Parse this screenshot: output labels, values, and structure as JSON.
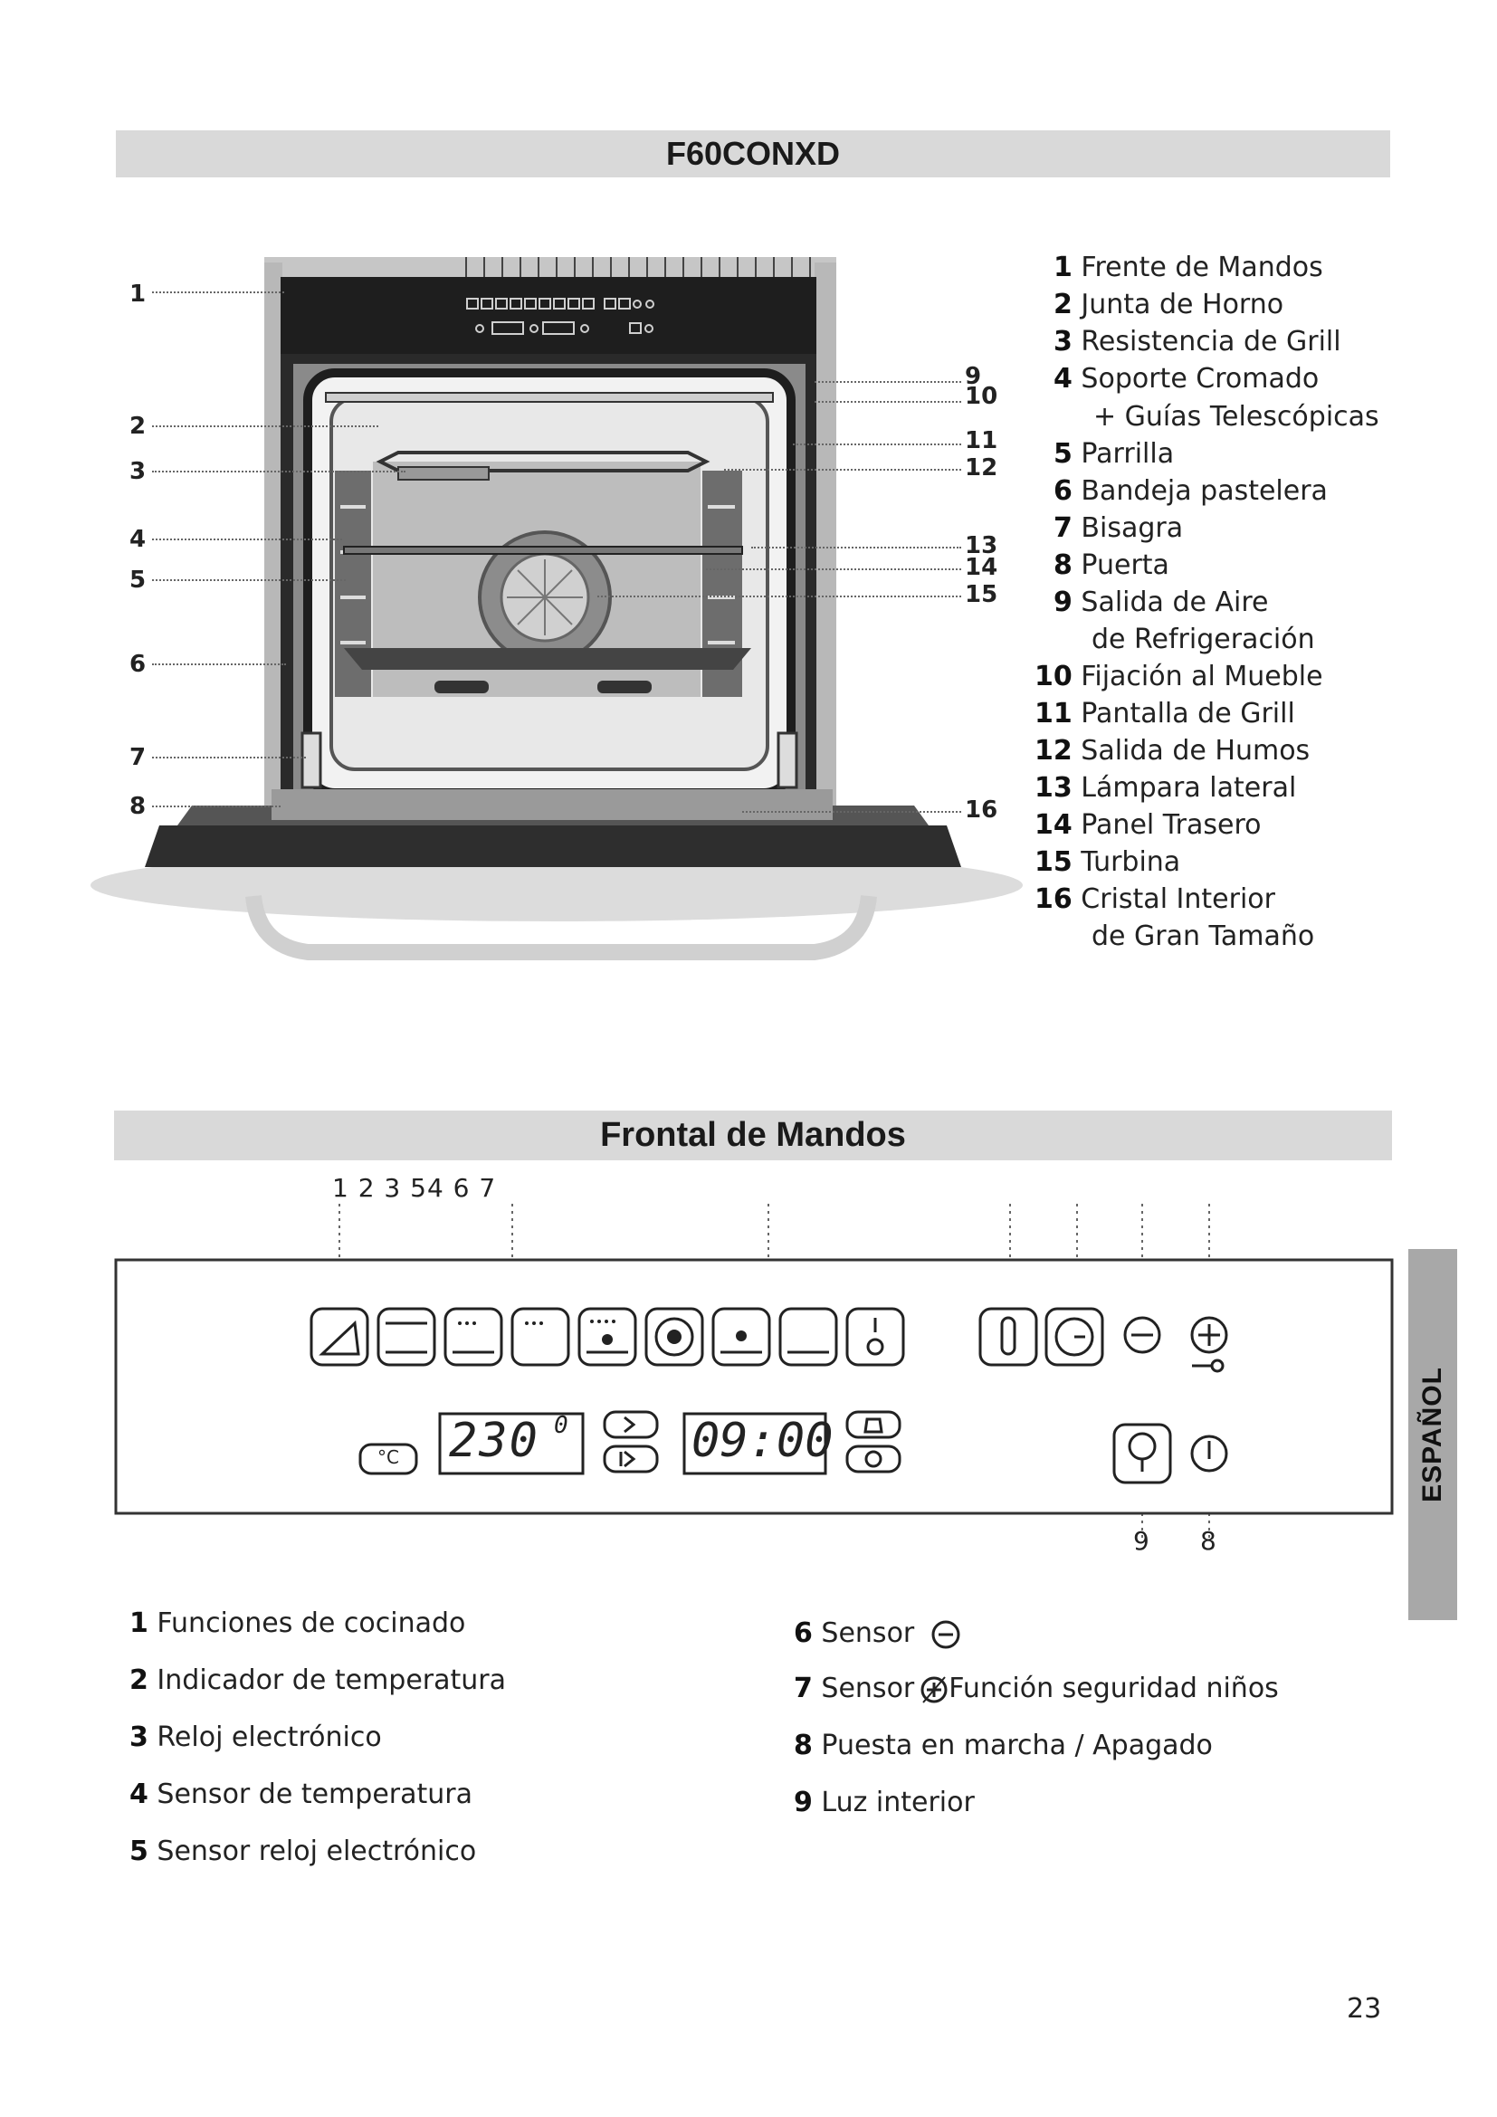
{
  "header": {
    "model": "F60CONXD"
  },
  "oven_callouts_left": [
    "1",
    "2",
    "3",
    "4",
    "5",
    "6",
    "7",
    "8"
  ],
  "oven_callouts_right": [
    "9",
    "10",
    "11",
    "12",
    "13",
    "14",
    "15",
    "16"
  ],
  "parts_legend": [
    {
      "num": "1",
      "label": "Frente de Mandos"
    },
    {
      "num": "2",
      "label": "Junta de Horno"
    },
    {
      "num": "3",
      "label": "Resistencia de Grill"
    },
    {
      "num": "4",
      "label": "Soporte Cromado",
      "line2": "+ Guías Telescópicas"
    },
    {
      "num": "5",
      "label": "Parrilla"
    },
    {
      "num": "6",
      "label": "Bandeja pastelera"
    },
    {
      "num": "7",
      "label": "Bisagra"
    },
    {
      "num": "8",
      "label": "Puerta"
    },
    {
      "num": "9",
      "label": "Salida de Aire",
      "line2": "de Refrigeración"
    },
    {
      "num": "10",
      "label": "Fijación al Mueble"
    },
    {
      "num": "11",
      "label": "Pantalla de Grill"
    },
    {
      "num": "12",
      "label": "Salida de Humos"
    },
    {
      "num": "13",
      "label": "Lámpara lateral"
    },
    {
      "num": "14",
      "label": "Panel Trasero"
    },
    {
      "num": "15",
      "label": "Turbina"
    },
    {
      "num": "16",
      "label": "Cristal Interior",
      "line2": "de Gran Tamaño"
    }
  ],
  "panel_section": {
    "title": "Frontal de Mandos",
    "top_numbers": "1 2 3 54 6 7",
    "bottom_numbers": [
      "9",
      "8"
    ],
    "temperature_display": "230",
    "temperature_unit_mark": "0",
    "celsius_button": "°C",
    "clock_display": "09:00"
  },
  "controls_legend_left": [
    {
      "num": "1",
      "label": "Funciones de cocinado"
    },
    {
      "num": "2",
      "label": "Indicador de temperatura"
    },
    {
      "num": "3",
      "label": "Reloj electrónico"
    },
    {
      "num": "4",
      "label": "Sensor de temperatura"
    },
    {
      "num": "5",
      "label": "Sensor reloj electrónico"
    }
  ],
  "controls_legend_right": [
    {
      "num": "6",
      "label": "Sensor"
    },
    {
      "num": "7",
      "label": "Sensor",
      "label2": "Función seguridad niños"
    },
    {
      "num": "8",
      "label": "Puesta en marcha / Apagado"
    },
    {
      "num": "9",
      "label": "Luz interior"
    }
  ],
  "side_tab": "ESPAÑOL",
  "page_number": "23",
  "icons": [
    "pizza-function-icon",
    "bottom-heat-icon",
    "top-bottom-heat-icon",
    "grill-icon",
    "fan-grill-icon",
    "turbine-fan-icon",
    "fan-bottom-icon",
    "lower-heat-icon",
    "defrost-icon",
    "thermometer-icon",
    "clock-icon",
    "minus-icon",
    "plus-icon",
    "key-icon",
    "arrow-right-icon",
    "play-icon",
    "bell-icon",
    "timer-icon",
    "bulb-icon",
    "power-icon"
  ]
}
